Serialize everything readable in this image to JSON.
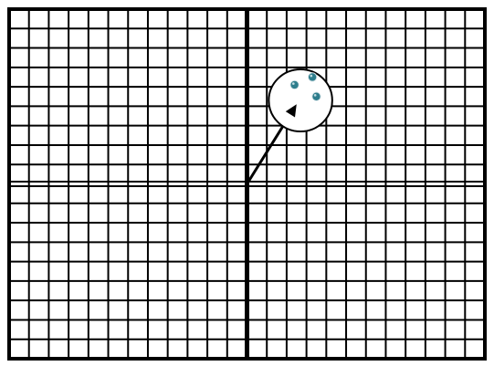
{
  "grid": {
    "columns": 24,
    "rows": 18,
    "line_color": "#000000",
    "background": "#ffffff"
  },
  "axes": {
    "origin_col": 12,
    "origin_row": 9
  },
  "circle": {
    "center": [
      2.7,
      4.3
    ],
    "radius": 1.6,
    "fill": "#ffffff",
    "stroke": "#000000"
  },
  "points": {
    "color": "#2e7d8c",
    "highlight": "#e8f4f6",
    "items": [
      {
        "x": 2.4,
        "y": 5.1
      },
      {
        "x": 3.3,
        "y": 5.5
      },
      {
        "x": 3.5,
        "y": 4.5
      }
    ]
  },
  "arrow": {
    "from": [
      0,
      0
    ],
    "to": [
      2.5,
      4.1
    ],
    "color": "#000000"
  }
}
